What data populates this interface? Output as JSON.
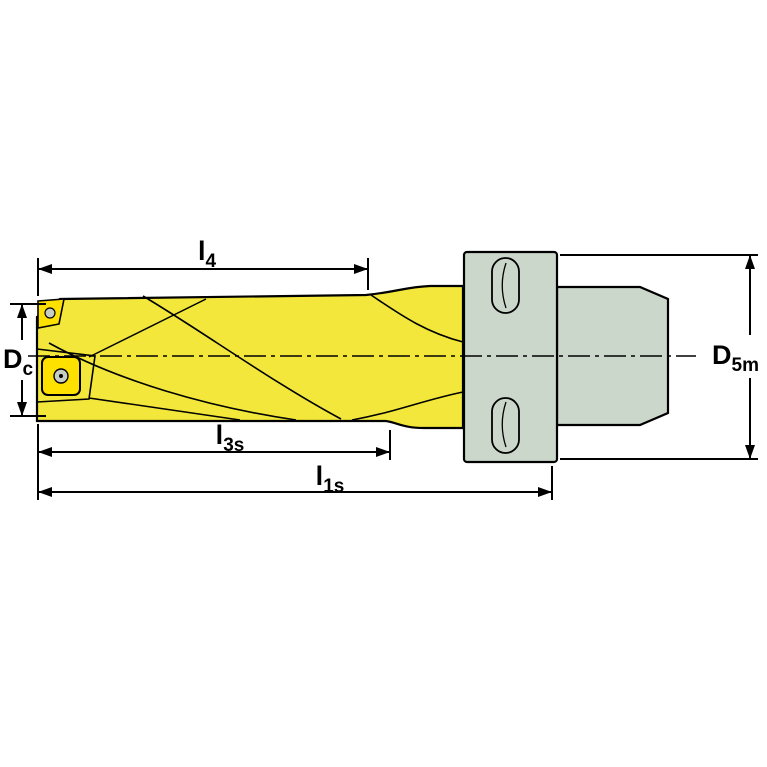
{
  "page": {
    "background": "#ffffff"
  },
  "diagram": {
    "type": "technical-drawing",
    "subject": "indexable-insert-drill-side-view",
    "colors": {
      "body": "#f2e73a",
      "insert": "#ffe100",
      "screw": "#c6cdc2",
      "shank": "#cbd7cb",
      "outline": "#000000"
    },
    "dimensions": {
      "l4": {
        "main": "l",
        "sub": "4"
      },
      "dc": {
        "main": "D",
        "sub": "c"
      },
      "l3s": {
        "main": "l",
        "sub": "3s"
      },
      "l1s": {
        "main": "l",
        "sub": "1s"
      },
      "d5m": {
        "main": "D",
        "sub": "5m"
      }
    }
  }
}
